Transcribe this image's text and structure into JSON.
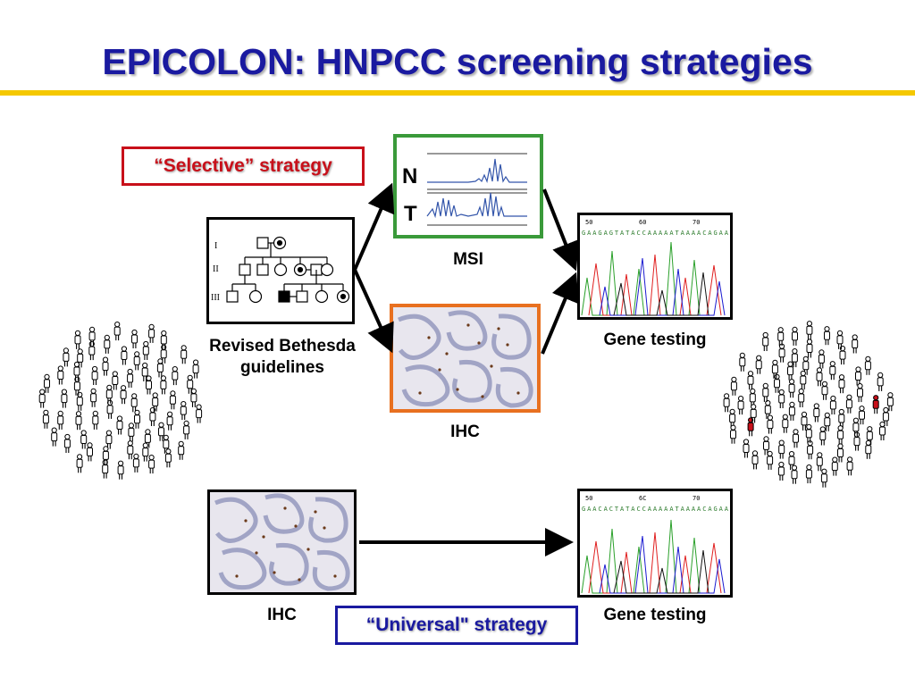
{
  "slide": {
    "title": "EPICOLON: HNPCC screening strategies",
    "selective_label": "“Selective” strategy",
    "universal_label": "“Universal\" strategy",
    "bethesda_label_line1": "Revised Bethesda",
    "bethesda_label_line2": "guidelines",
    "msi_label": "MSI",
    "ihc_label_top": "IHC",
    "ihc_label_bottom": "IHC",
    "gene_testing_top": "Gene testing",
    "gene_testing_bottom": "Gene testing",
    "msi_trace_n": "N",
    "msi_trace_t": "T",
    "pedigree_generations": [
      "I",
      "II",
      "III"
    ],
    "sequence_ticks": [
      "50",
      "60",
      "70"
    ],
    "sequence_ticks_bottom": [
      "50",
      "6C",
      "70"
    ],
    "sequence_text": "GAAGAGTATACCAAAAATAAAACAGAA",
    "sequence_text_bottom": "GAACACTATACCAAAAATAAAACAGAA"
  },
  "colors": {
    "title": "#1a1aa0",
    "title_bar": "#f5c800",
    "selective": "#c8101a",
    "universal": "#1a1aa0",
    "msi_border": "#3a9a3a",
    "ihc_border": "#e87020",
    "affected_person": "#c8101a"
  }
}
